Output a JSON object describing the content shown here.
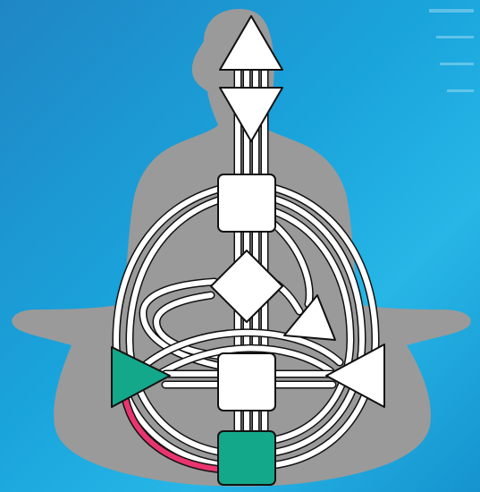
{
  "colors": {
    "background_start": "#1f86c4",
    "background_end": "#27b6e6",
    "silhouette": "#9a9a9a",
    "center_defined": "#14a88a",
    "center_undefined": "#ffffff",
    "channel_outline": "#111111",
    "channel_fill": "#ffffff",
    "channel_highlight": "#e8356f"
  },
  "diagram": {
    "type": "human-design-bodygraph",
    "centers": [
      {
        "name": "head",
        "shape": "triangle-up",
        "defined": false
      },
      {
        "name": "ajna",
        "shape": "triangle-down",
        "defined": false
      },
      {
        "name": "throat",
        "shape": "square",
        "defined": false
      },
      {
        "name": "g-center",
        "shape": "diamond",
        "defined": false
      },
      {
        "name": "heart",
        "shape": "triangle",
        "defined": false
      },
      {
        "name": "spleen",
        "shape": "triangle",
        "defined": true
      },
      {
        "name": "sacral",
        "shape": "square",
        "defined": false
      },
      {
        "name": "solar-plexus",
        "shape": "triangle",
        "defined": false
      },
      {
        "name": "root",
        "shape": "square",
        "defined": true
      }
    ],
    "highlighted_channel": "spleen-root"
  }
}
